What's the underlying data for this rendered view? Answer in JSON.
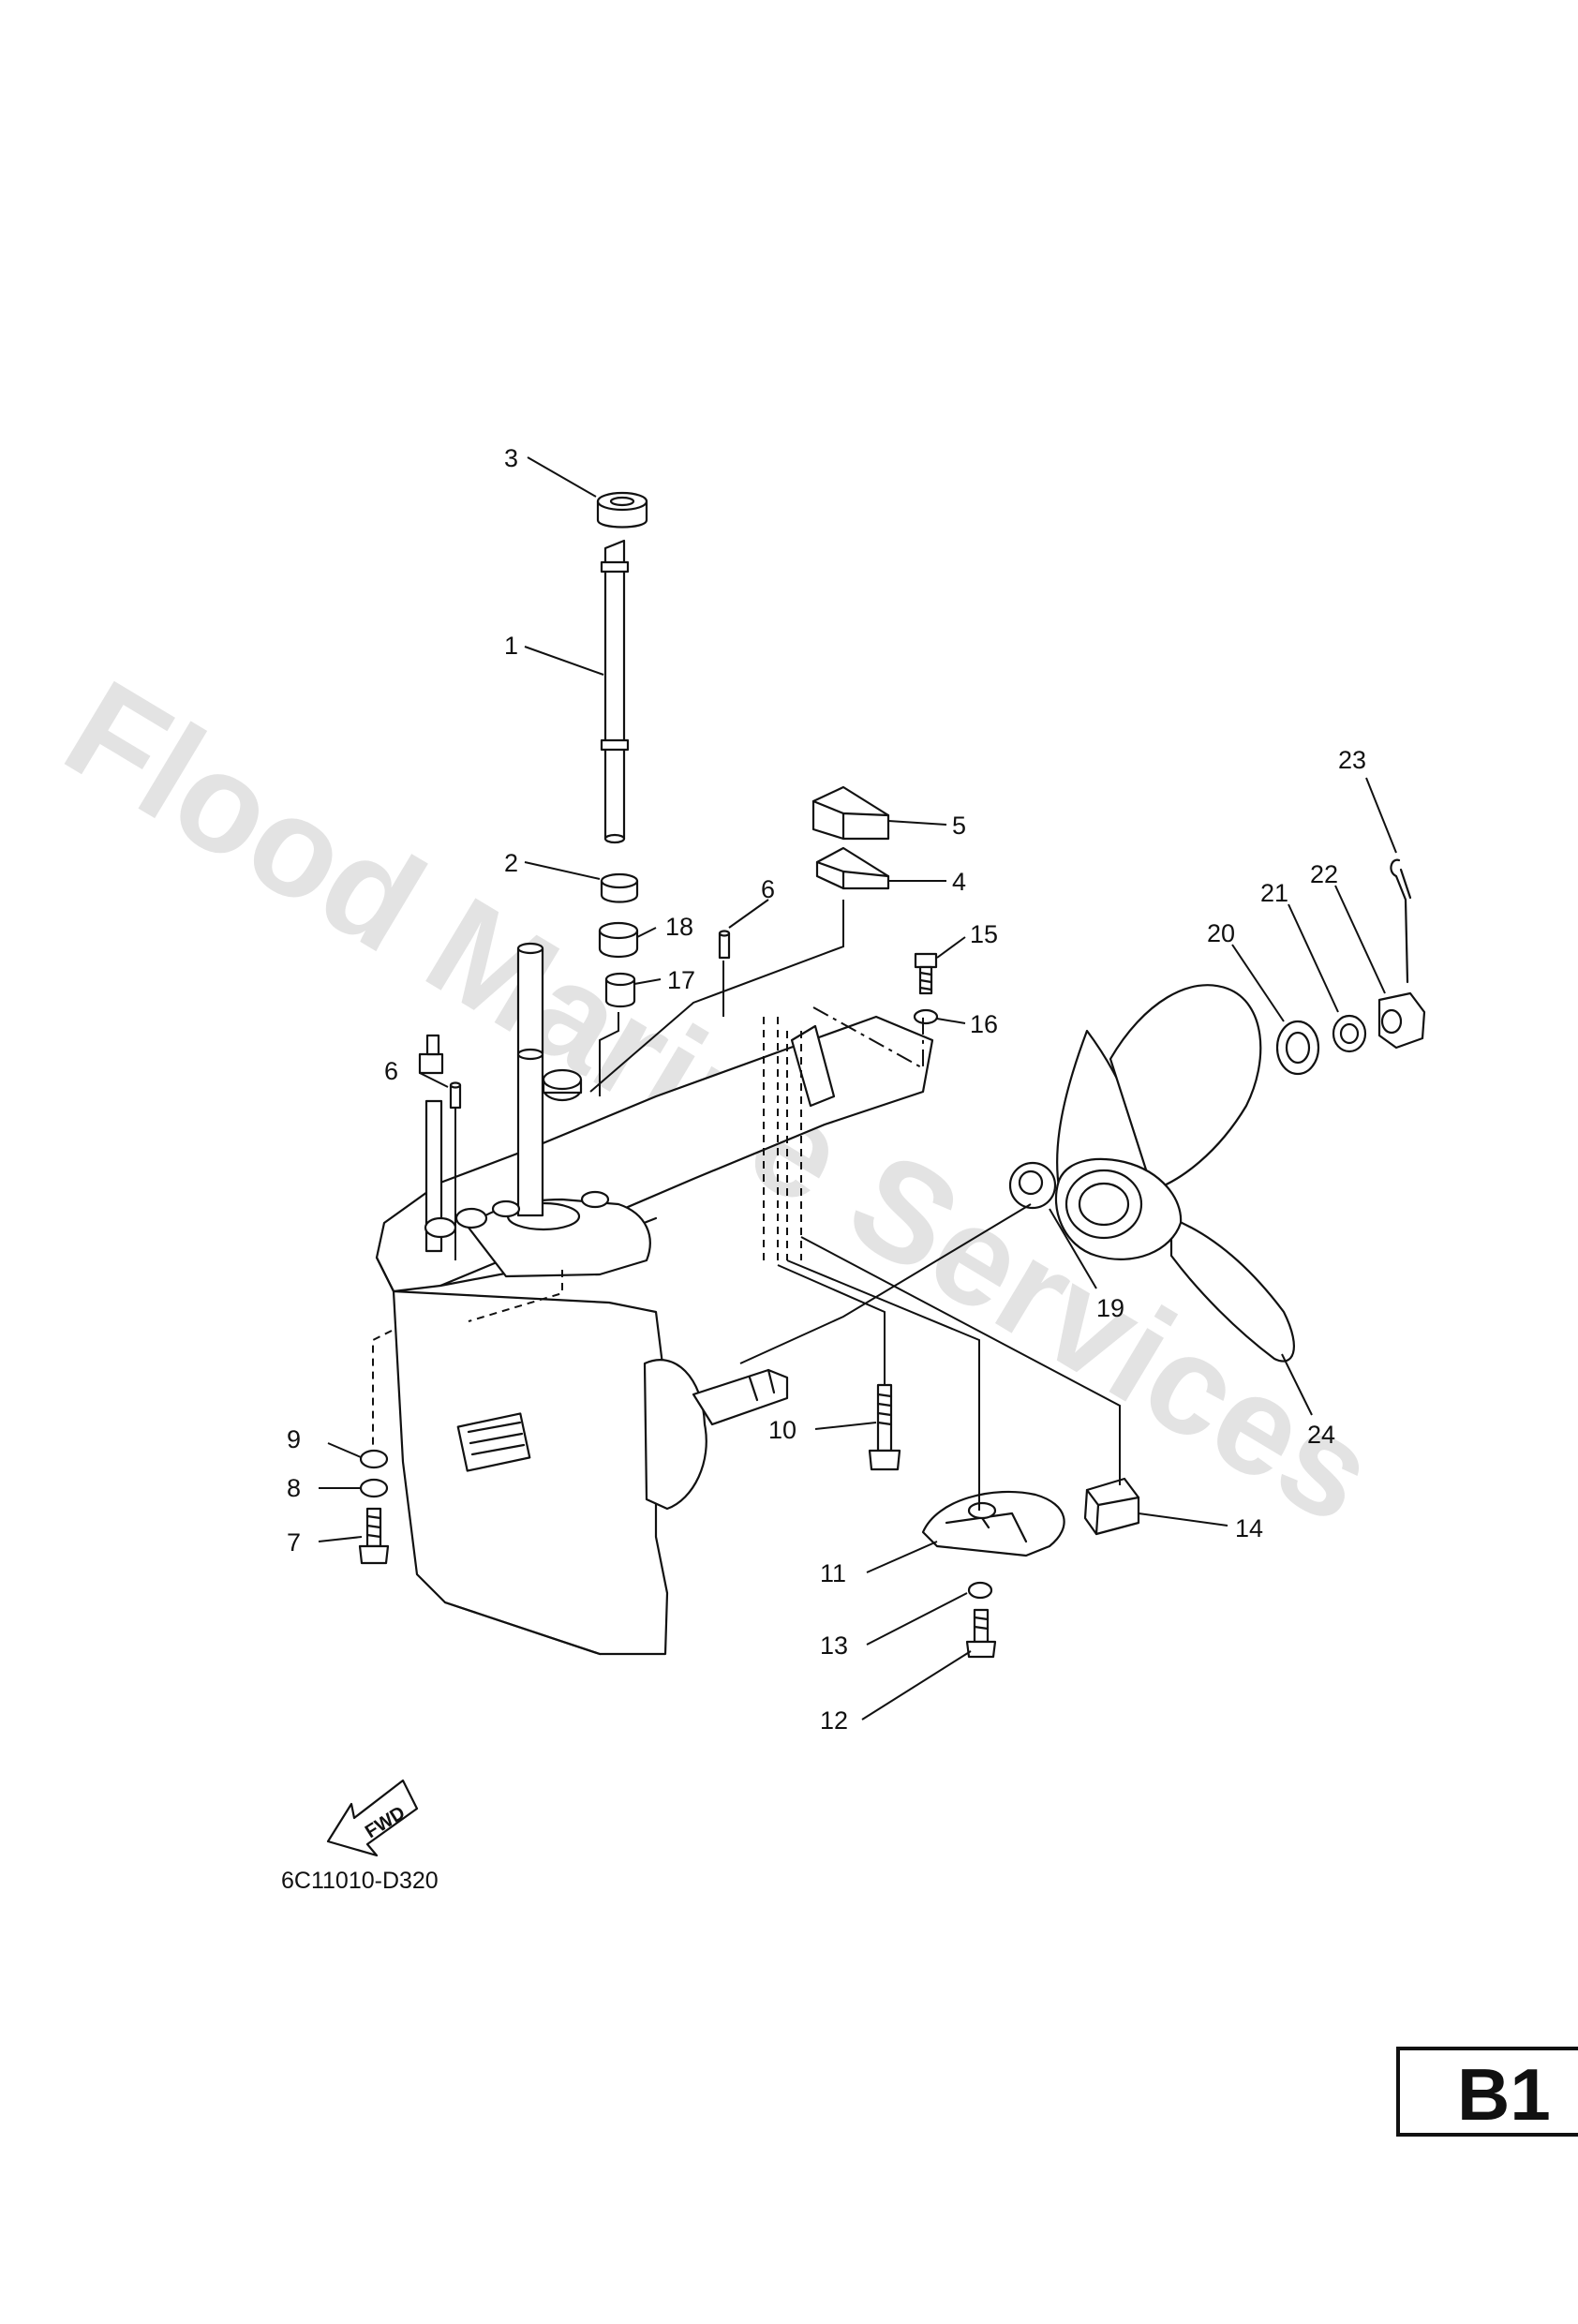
{
  "watermark": {
    "text": "Flood Marine Services"
  },
  "diagram_code": "6C11010-D320",
  "section_label": "B1",
  "fwd_arrow": {
    "text": "FWD"
  },
  "callouts": [
    {
      "id": "c3",
      "label": "3"
    },
    {
      "id": "c1",
      "label": "1"
    },
    {
      "id": "c2",
      "label": "2"
    },
    {
      "id": "c5",
      "label": "5"
    },
    {
      "id": "c4",
      "label": "4"
    },
    {
      "id": "c6a",
      "label": "6"
    },
    {
      "id": "c18",
      "label": "18"
    },
    {
      "id": "c17",
      "label": "17"
    },
    {
      "id": "c15",
      "label": "15"
    },
    {
      "id": "c16",
      "label": "16"
    },
    {
      "id": "c6b",
      "label": "6"
    },
    {
      "id": "c23",
      "label": "23"
    },
    {
      "id": "c22",
      "label": "22"
    },
    {
      "id": "c21",
      "label": "21"
    },
    {
      "id": "c20",
      "label": "20"
    },
    {
      "id": "c19",
      "label": "19"
    },
    {
      "id": "c24",
      "label": "24"
    },
    {
      "id": "c9",
      "label": "9"
    },
    {
      "id": "c8",
      "label": "8"
    },
    {
      "id": "c7",
      "label": "7"
    },
    {
      "id": "c10",
      "label": "10"
    },
    {
      "id": "c11",
      "label": "11"
    },
    {
      "id": "c14",
      "label": "14"
    },
    {
      "id": "c13",
      "label": "13"
    },
    {
      "id": "c12",
      "label": "12"
    }
  ]
}
